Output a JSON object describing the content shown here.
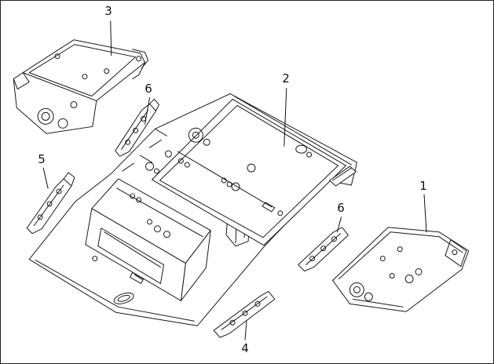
{
  "figure": {
    "background_color": "#ffffff",
    "line_color": "#1a1a1a",
    "border_color": "#222222"
  },
  "callouts": [
    {
      "label": "3"
    },
    {
      "label": "6"
    },
    {
      "label": "2"
    },
    {
      "label": "5"
    },
    {
      "label": "1"
    },
    {
      "label": "6"
    },
    {
      "label": "4"
    }
  ]
}
